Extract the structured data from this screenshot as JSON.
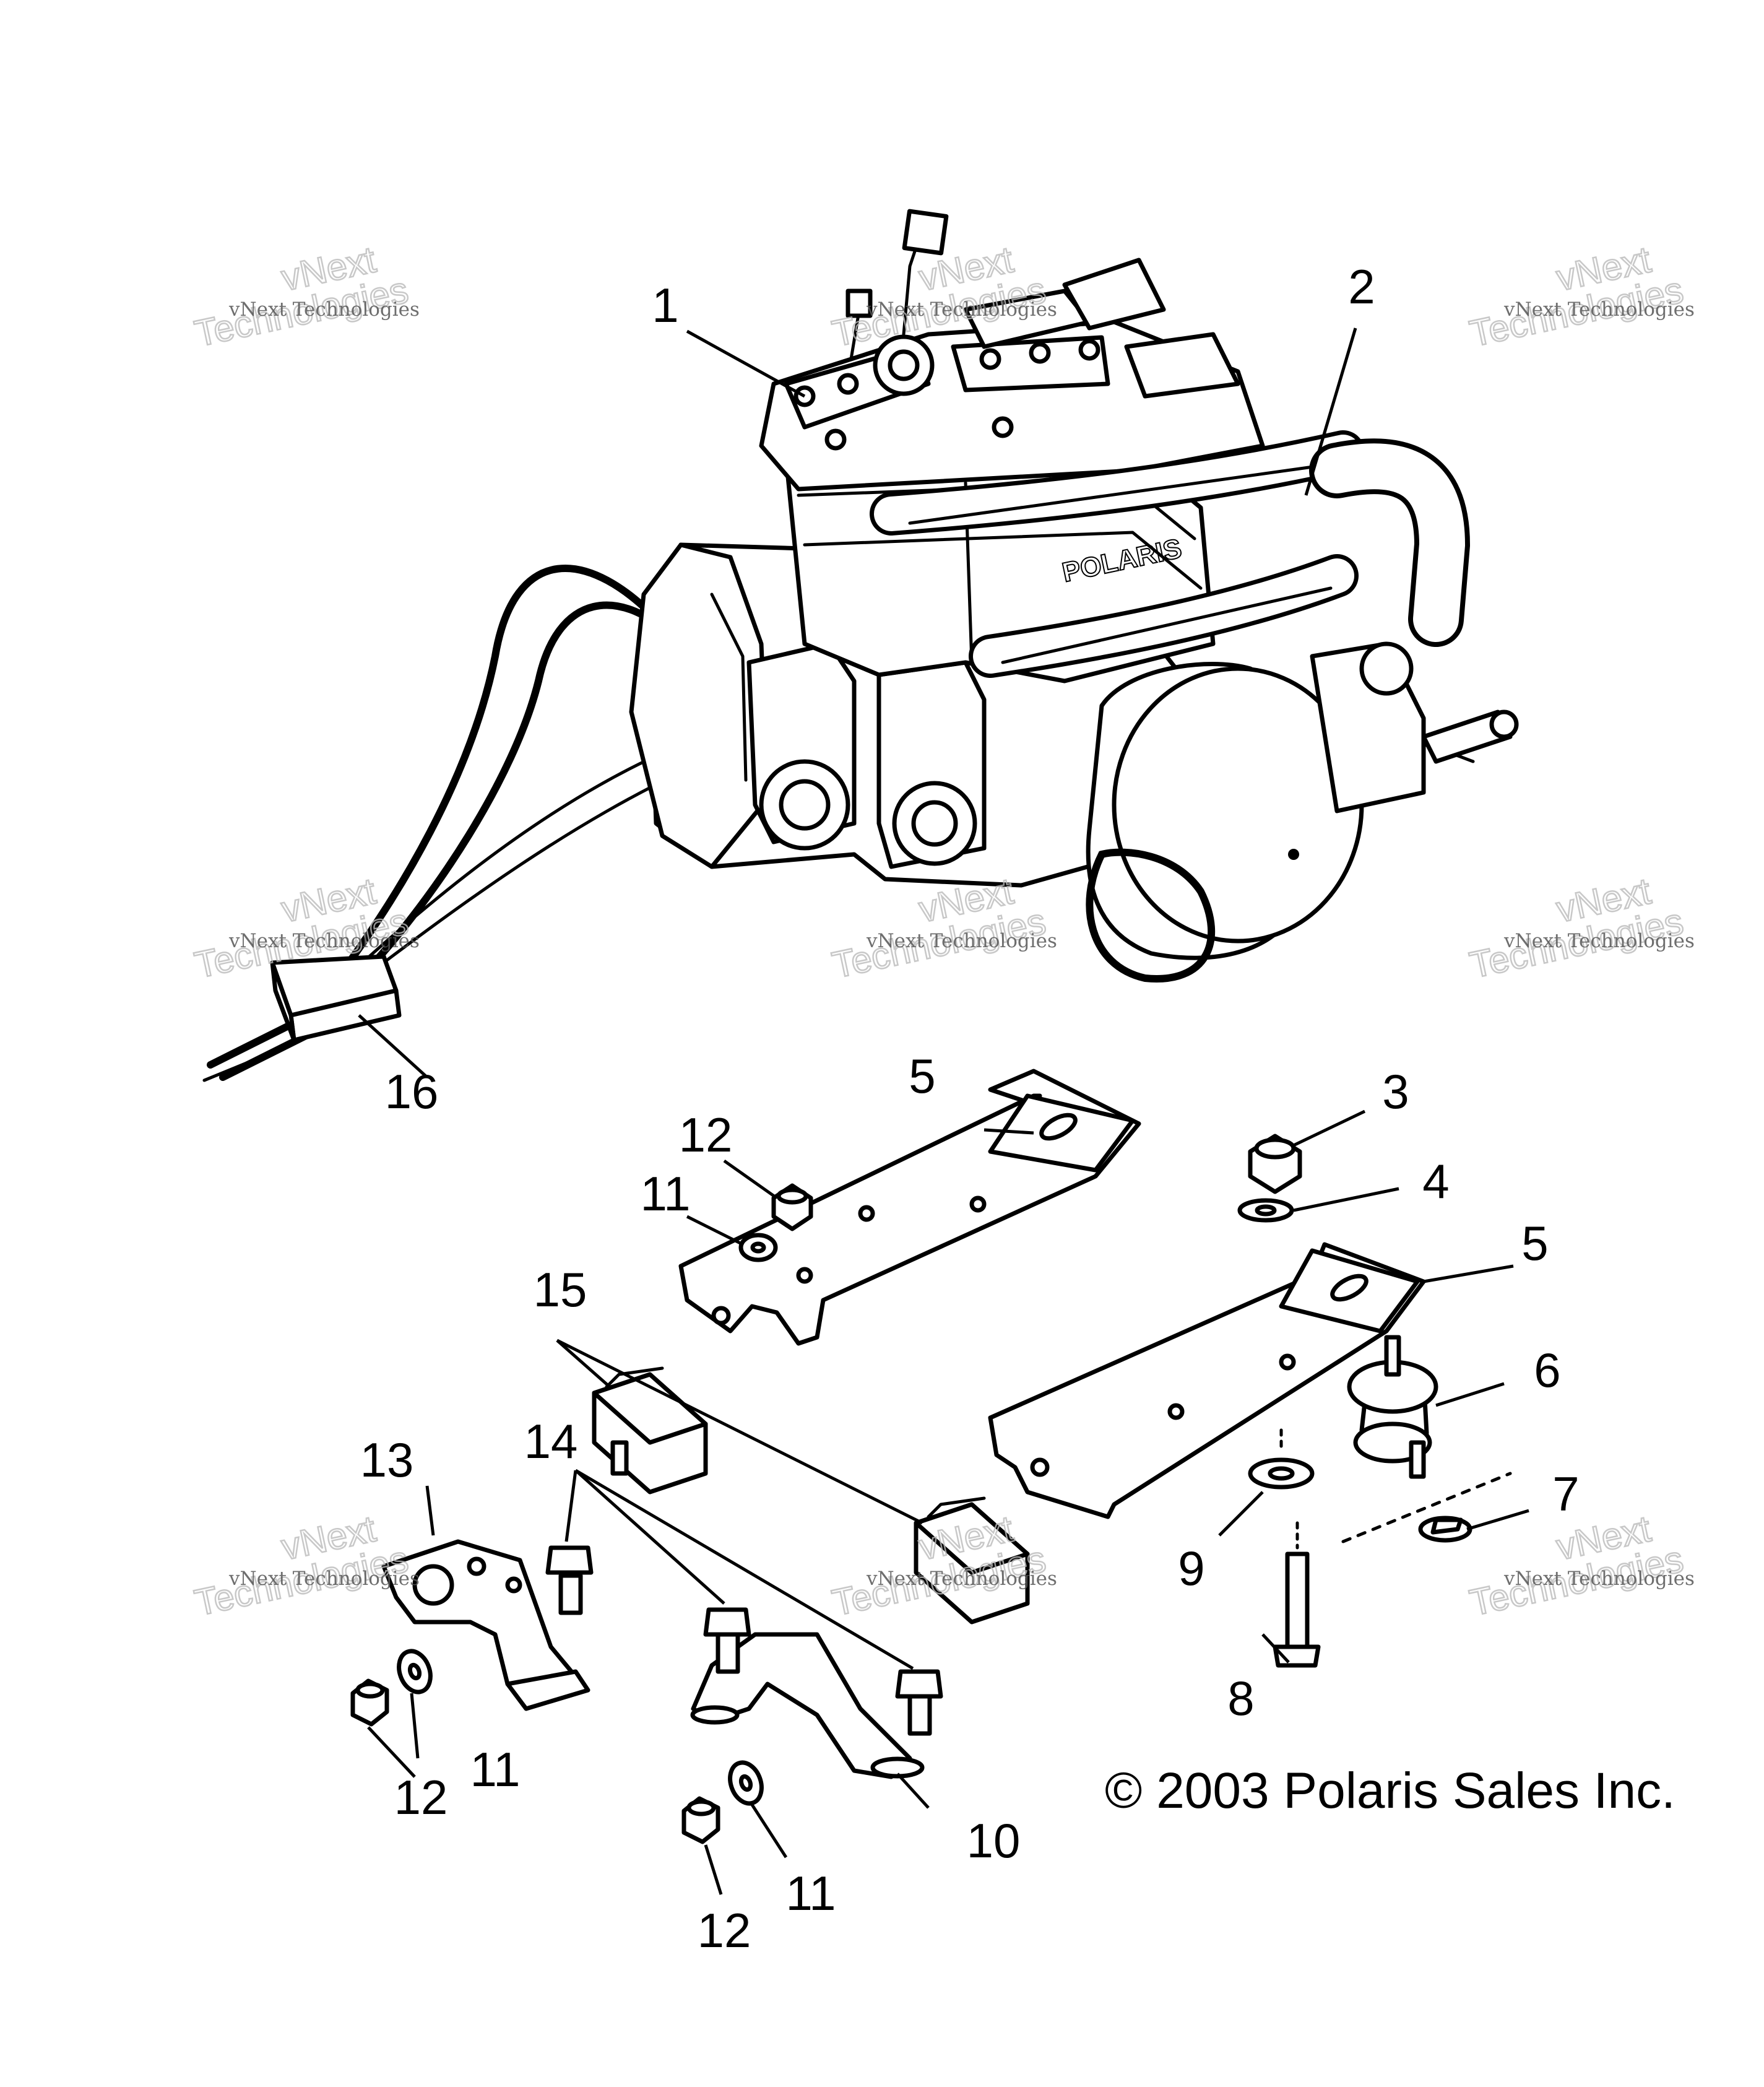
{
  "callouts": {
    "c1": "1",
    "c2": "2",
    "c3": "3",
    "c4": "4",
    "c5a": "5",
    "c5b": "5",
    "c6": "6",
    "c7": "7",
    "c8": "8",
    "c9": "9",
    "c10": "10",
    "c11a": "11",
    "c11b": "11",
    "c11c": "11",
    "c12a": "12",
    "c12b": "12",
    "c12c": "12",
    "c13": "13",
    "c14": "14",
    "c15": "15",
    "c16": "16"
  },
  "watermark": {
    "line1": "vNext Technologies",
    "line2": "vNext",
    "line3": "Technologies"
  },
  "copyright": "© 2003 Polaris Sales Inc.",
  "engine_label": "POLARIS"
}
